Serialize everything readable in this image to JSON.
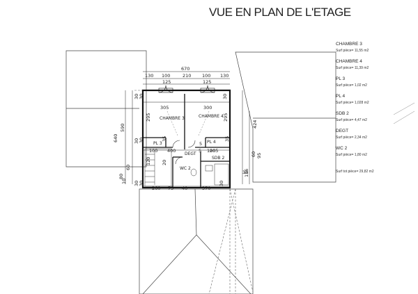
{
  "title": "VUE EN PLAN DE L'ETAGE",
  "legend": [
    {
      "room": "CHAMBRE 3",
      "surface": "Surf pièce= 11,55 m2"
    },
    {
      "room": "CHAMBRE 4",
      "surface": "Surf pièce= 11,39 m2"
    },
    {
      "room": "PL 3",
      "surface": "Surf pièce= 1,02 m2"
    },
    {
      "room": "PL 4",
      "surface": "Surf pièce= 1,028 m2"
    },
    {
      "room": "SDB 2",
      "surface": "Surf pièce= 4,47 m2"
    },
    {
      "room": "DEGT",
      "surface": "Surf pièce= 2,34 m2"
    },
    {
      "room": "WC 2",
      "surface": "Surf pièce= 1,80 m2"
    }
  ],
  "total": "Surf tot pièce= 29,82 m2",
  "plan_labels": {
    "chambre3": "CHAMBRE 3",
    "chambre4": "CHAMBRE 4",
    "pl3": "PL 3",
    "pl4": "PL 4",
    "degt": "DEGT",
    "sdb2": "SDB 2",
    "wc2": "WC 2"
  },
  "dimensions": {
    "top_total": "670",
    "top_parts": [
      "130",
      "100",
      "210",
      "100",
      "130"
    ],
    "top_sub": [
      "125",
      "125"
    ],
    "room_widths": [
      "305",
      "300"
    ],
    "pl3_width": "100",
    "pl4_width": "100",
    "mid_parts": [
      "400",
      "5",
      "205"
    ],
    "bottom_parts": [
      "260",
      "75",
      "40",
      "370"
    ],
    "left_total": "640",
    "left_inner": "590",
    "left_295": "295",
    "left_parts": [
      "80",
      "60"
    ],
    "left_small": [
      "30",
      "30",
      "30"
    ],
    "right_total": "424",
    "right_295": "295",
    "right_parts": [
      "156",
      "60"
    ],
    "right_95": "95",
    "small_120": "120",
    "small_35a": "35",
    "small_35b": "35",
    "small_5": "5",
    "small_30a": "30",
    "small_30b": "30",
    "small_30c": "30",
    "small_30d": "30",
    "small_30e": "30",
    "small_30f": "30",
    "small_10": "10",
    "small_20": "20"
  }
}
